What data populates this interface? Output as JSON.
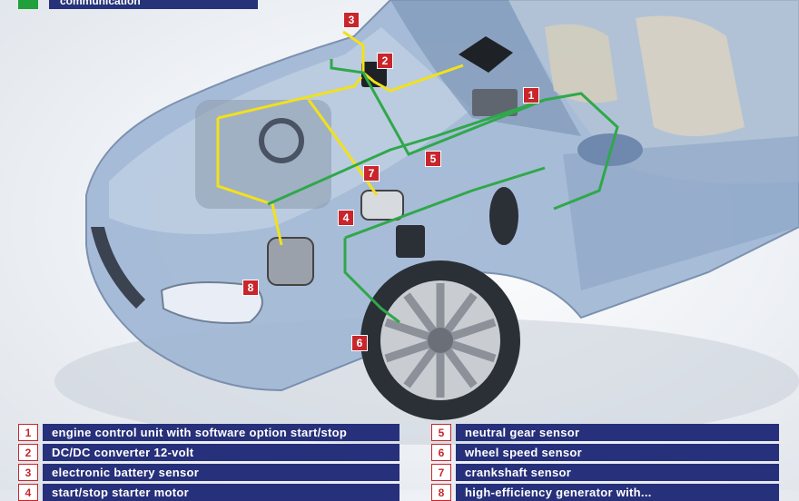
{
  "header": {
    "top_label": "communication",
    "top_swatch_color": "#1fa03a"
  },
  "colors": {
    "callout_red": "#c8262c",
    "legend_navy": "#27307a",
    "wire_yellow": "#f2e11a",
    "wire_green": "#2fa84a"
  },
  "callouts": [
    "1",
    "2",
    "3",
    "4",
    "5",
    "6",
    "7",
    "8"
  ],
  "legend": [
    {
      "num": "1",
      "label": "engine control unit with software option start/stop"
    },
    {
      "num": "2",
      "label": "DC/DC converter 12-volt"
    },
    {
      "num": "3",
      "label": "electronic battery sensor"
    },
    {
      "num": "4",
      "label": "start/stop starter motor"
    },
    {
      "num": "5",
      "label": "neutral gear sensor"
    },
    {
      "num": "6",
      "label": "wheel speed sensor"
    },
    {
      "num": "7",
      "label": "crankshaft sensor"
    },
    {
      "num": "8",
      "label": "high-efficiency generator with..."
    }
  ]
}
